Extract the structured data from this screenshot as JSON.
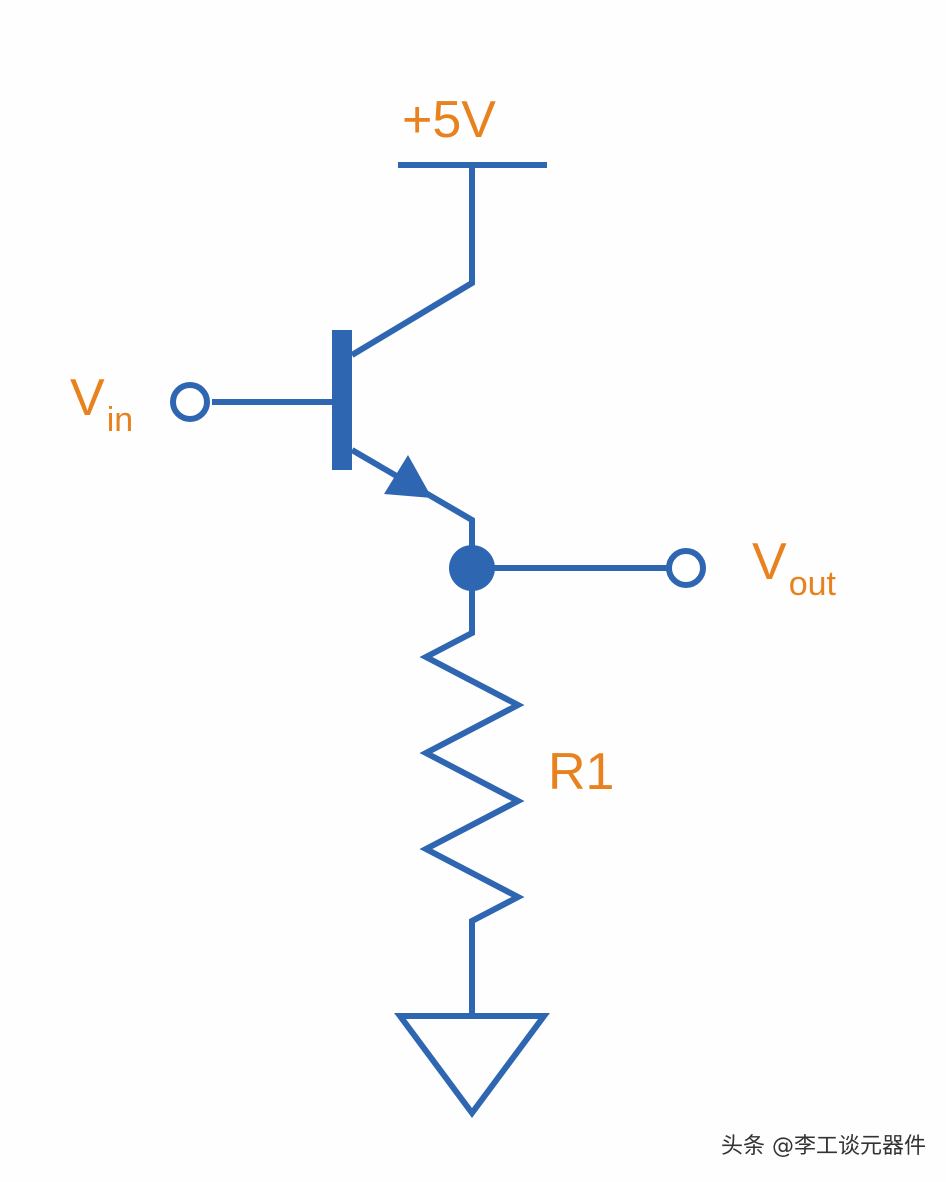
{
  "labels": {
    "supply": "+5V",
    "vin_main": "V",
    "vin_sub": "in",
    "vout_main": "V",
    "vout_sub": "out",
    "resistor": "R1"
  },
  "watermark": "头条 @李工谈元器件",
  "colors": {
    "wire": "#2f66b1",
    "label": "#e8821e",
    "background": "#fefefe"
  }
}
